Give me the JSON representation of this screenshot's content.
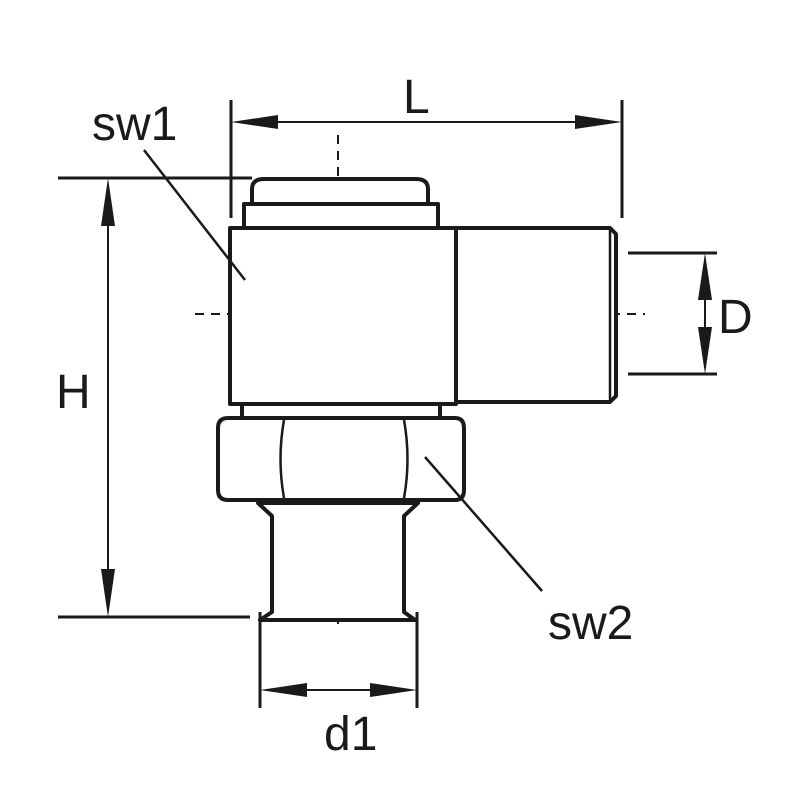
{
  "labels": {
    "sw1": "sw1",
    "L": "L",
    "D": "D",
    "H": "H",
    "sw2": "sw2",
    "d1": "d1"
  }
}
